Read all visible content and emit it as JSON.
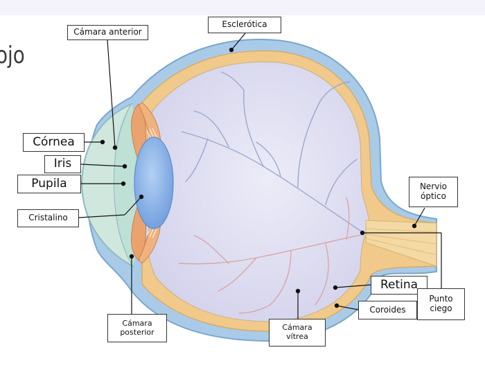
{
  "page": {
    "title_fragment": "ojo"
  },
  "labels": {
    "camara_anterior": "Cámara anterior",
    "esclerotica": "Esclerótica",
    "cornea": "Córnea",
    "iris": "Iris",
    "pupila": "Pupila",
    "cristalino": "Cristalino",
    "nervio_optico": "Nervio\nóptico",
    "retina": "Retina",
    "punto_ciego": "Punto\nciego",
    "coroides": "Coroides",
    "camara_posterior": "Cámara\nposterior",
    "camara_vitrea": "Cámara\nvítrea"
  },
  "colors": {
    "sclera": "#a9cbe8",
    "choroid": "#f1c98a",
    "vitreous": "#dcdcf0",
    "cornea_fluid": "#cfe7dc",
    "lens": "#8fb7e8",
    "iris_tissue": "#eaa36e",
    "vessels": "#9aa9cf",
    "retina_vessels": "#d9a6a6",
    "nerve": "#f3d9a4"
  }
}
